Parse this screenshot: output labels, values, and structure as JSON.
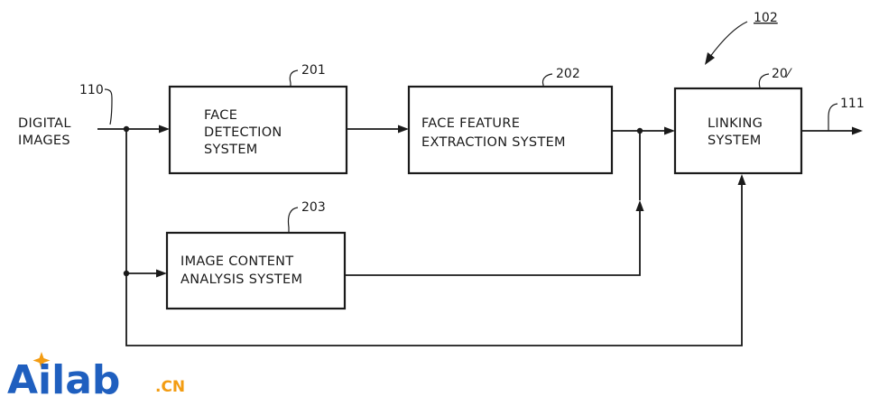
{
  "input": {
    "ref": "110",
    "label_line1": "DIGITAL",
    "label_line2": "IMAGES"
  },
  "system_ref": "102",
  "blocks": {
    "face_detection": {
      "ref": "201",
      "line1": "FACE",
      "line2": "DETECTION",
      "line3": "SYSTEM"
    },
    "feature_extraction": {
      "ref": "202",
      "line1": "FACE FEATURE",
      "line2": "EXTRACTION SYSTEM"
    },
    "content_analysis": {
      "ref": "203",
      "line1": "IMAGE CONTENT",
      "line2": "ANALYSIS SYSTEM"
    },
    "linking": {
      "ref": "20⁄",
      "line1": "LINKING",
      "line2": "SYSTEM"
    }
  },
  "output": {
    "ref": "111"
  },
  "watermark": {
    "brand": "Ailab",
    "suffix": ".CN",
    "colors": {
      "primary": "#1f5fbf",
      "accent": "#f39c12"
    }
  }
}
